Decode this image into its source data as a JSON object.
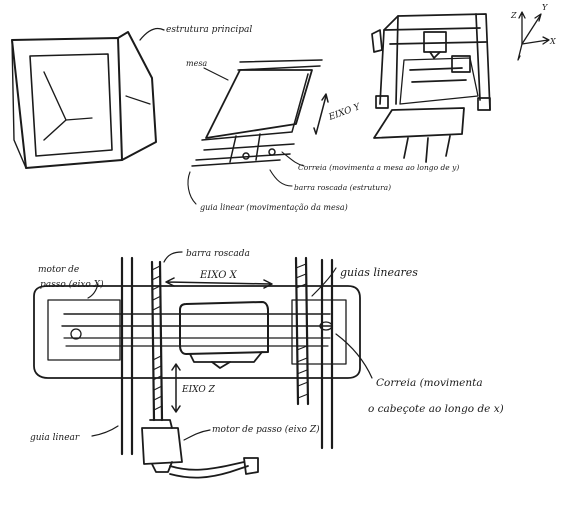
{
  "labels": {
    "estrutura": "estrutura principal",
    "mesa": "mesa",
    "eixo_y": "EIXO Y",
    "correia_top": "Correia (movimenta a mesa ao longo de y)",
    "barra_top": "barra roscada (estrutura)",
    "guia_top": "guia linear (movimentação da mesa)",
    "motor_x_1": "motor de",
    "motor_x_2": "passo (eixo X)",
    "barra_bottom": "barra roscada",
    "eixo_x": "EIXO X",
    "guias_lineares": "guias lineares",
    "eixo_z": "EIXO Z",
    "correia_bottom_1": "Correia (movimenta",
    "correia_bottom_2": "o cabeçote ao longo de x)",
    "guia_bottom": "guia linear",
    "motor_z": "motor de passo (eixo Z)"
  },
  "axes": {
    "z": "Z",
    "y": "Y",
    "x": "X"
  },
  "colors": {
    "ink": "#1b1b1b",
    "paper": "#ffffff"
  }
}
